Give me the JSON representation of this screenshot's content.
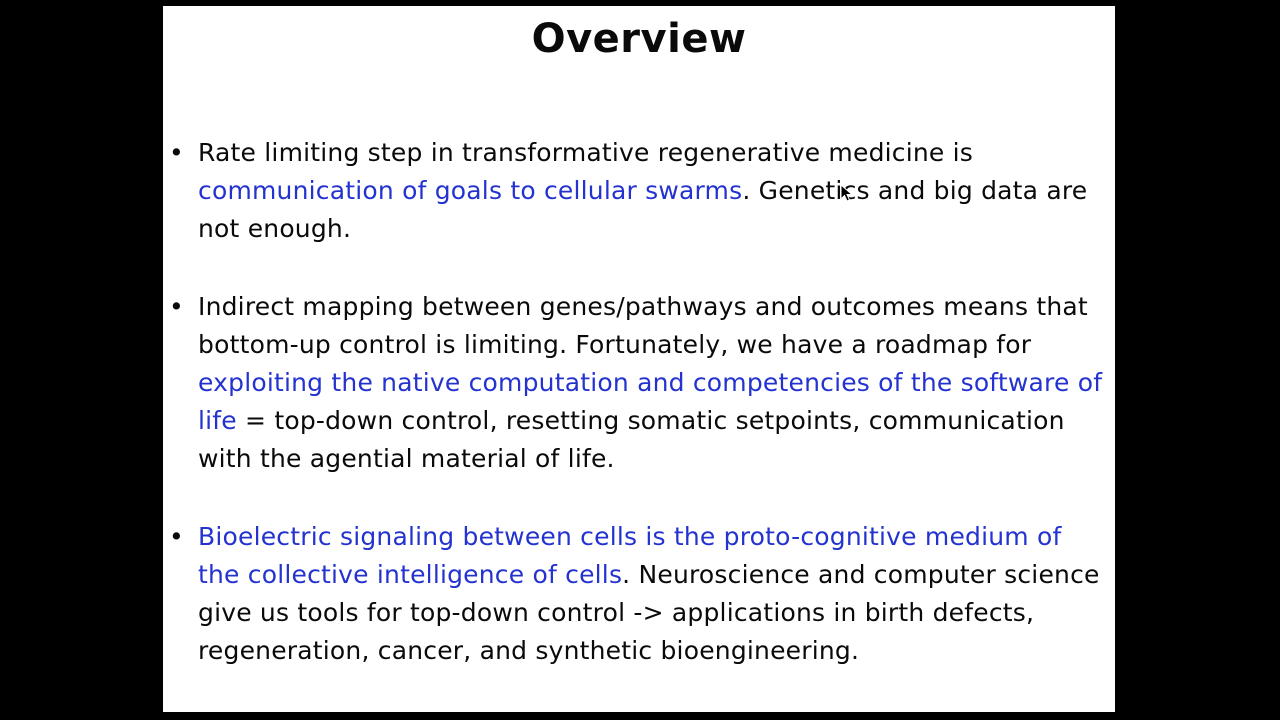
{
  "slide": {
    "title": "Overview",
    "accent_blue": "#2433cf",
    "text_color": "#0a0a0a",
    "background": "#ffffff",
    "letterbox_color": "#000000",
    "bullet_glyph": "•",
    "bullets": [
      {
        "segments": [
          {
            "text": "Rate limiting step in transformative regenerative medicine is ",
            "color": "black"
          },
          {
            "text": "communication of goals to cellular swarms",
            "color": "blue"
          },
          {
            "text": ". Genetics and big data are not enough.",
            "color": "black"
          }
        ]
      },
      {
        "segments": [
          {
            "text": "Indirect mapping between genes/pathways and outcomes means that bottom-up control is limiting. Fortunately, we have a roadmap for ",
            "color": "black"
          },
          {
            "text": "exploiting the native computation and competencies of the software of life",
            "color": "blue"
          },
          {
            "text": " = top-down control, resetting somatic setpoints, communication with the agential material of life.",
            "color": "black"
          }
        ]
      },
      {
        "segments": [
          {
            "text": "Bioelectric signaling between cells is the proto-cognitive medium of the collective intelligence of cells",
            "color": "blue"
          },
          {
            "text": ". Neuroscience and computer science give us tools for top-down control -> applications in birth defects, regeneration, cancer, and synthetic bioengineering.",
            "color": "black"
          }
        ]
      }
    ]
  }
}
